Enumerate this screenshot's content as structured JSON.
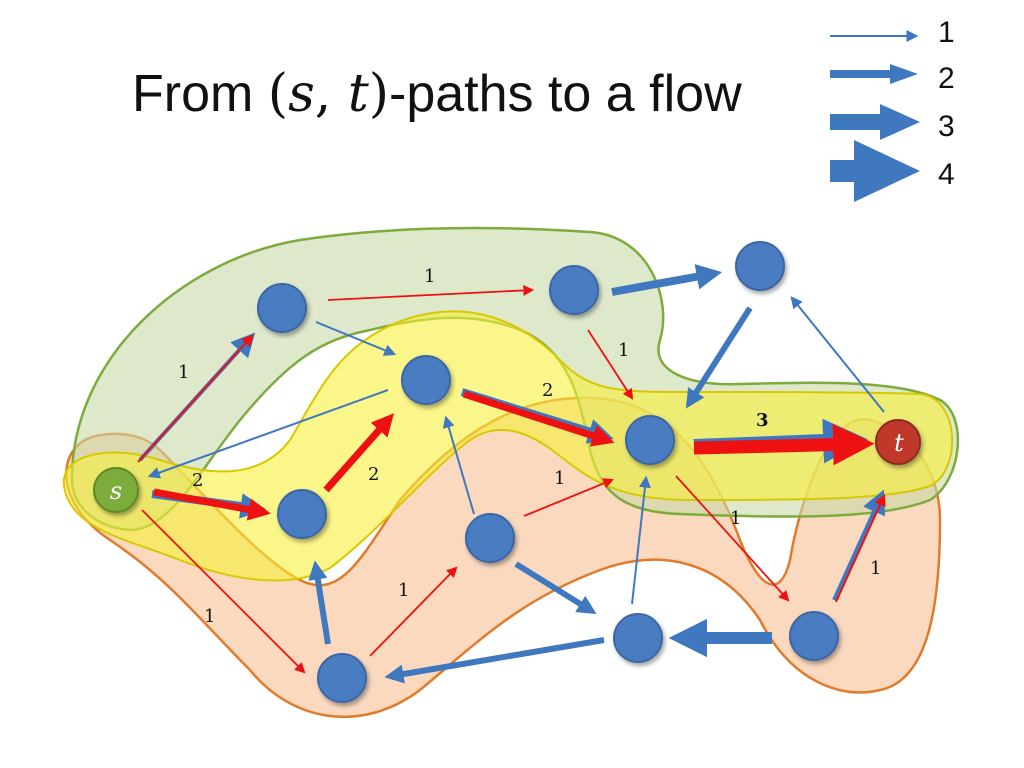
{
  "title": {
    "prefix": "From ",
    "open_paren": "(",
    "s": "s",
    "comma": ", ",
    "t": "t",
    "close_paren": ")",
    "suffix": "-paths to a flow"
  },
  "legend": [
    {
      "label": "1",
      "width": 1
    },
    {
      "label": "2",
      "width": 2
    },
    {
      "label": "3",
      "width": 3
    },
    {
      "label": "4",
      "width": 4
    }
  ],
  "colors": {
    "node": "#4a7cc0",
    "source": "#7cac3a",
    "sink": "#c0392b",
    "edge_blue": "#3f78bf",
    "edge_red": "#ee1111",
    "path_green": "#b9cf92",
    "path_yellow": "#f6f03a",
    "path_orange": "#f6b98a"
  },
  "nodes": {
    "s": "s",
    "t": "t"
  },
  "edge_labels": {
    "s_a": "1",
    "a_b": "1",
    "b_e": "1",
    "s_d": "2",
    "d_c": "2",
    "c_e": "2",
    "e_t": "3",
    "s_g": "1",
    "g_f": "1",
    "f_e": "1",
    "e_j": "1",
    "j_t": "1"
  }
}
